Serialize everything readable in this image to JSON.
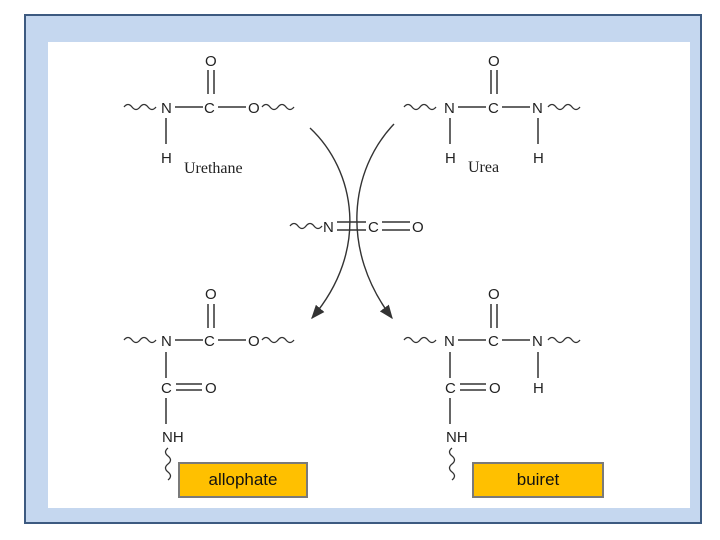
{
  "atoms": {
    "N": "N",
    "C": "C",
    "O": "O",
    "H": "H",
    "NH": "NH"
  },
  "compounds": {
    "urethane": "Urethane",
    "urea": "Urea"
  },
  "labels": {
    "allophate": "allophate",
    "buiret": "buiret"
  },
  "colors": {
    "frame_border": "#3d5a80",
    "frame_fill": "#c5d7ef",
    "label_fill": "#ffc000"
  }
}
